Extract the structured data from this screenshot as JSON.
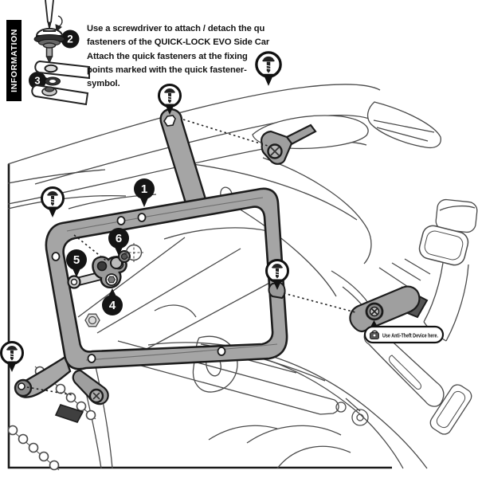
{
  "info_bar": {
    "label": "INFORMATION",
    "bg": "#000000",
    "fg": "#ffffff"
  },
  "instructions": {
    "line1": "Use a screwdriver to attach / detach the qu",
    "line2": "fasteners of the QUICK-LOCK EVO Side Car",
    "line3": "Attach the quick fasteners at the fixing",
    "line4": "points marked with the quick fastener-",
    "line5": "symbol."
  },
  "callouts": {
    "c1": "1",
    "c2": "2",
    "c3": "3",
    "c4": "4",
    "c5": "5",
    "c6": "6"
  },
  "anti_theft": {
    "label": "Use Anti-Theft Device here."
  },
  "icons": {
    "quick_fastener_pin": "screw-in-circle map pin marking fixing points",
    "padlock": "anti-theft padlock",
    "screwdriver": "screwdriver tip with rotation arrow"
  },
  "colors": {
    "line_art": "#4a4a4a",
    "carrier_gray": "#a5a5a5",
    "dark_part": "#555555",
    "callout_bg": "#141414",
    "callout_fg": "#ffffff"
  }
}
